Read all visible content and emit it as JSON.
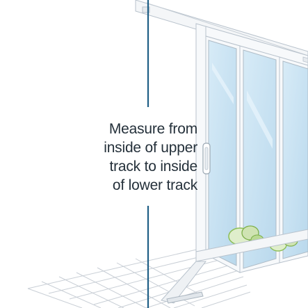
{
  "annotation": {
    "lines": [
      "Measure from",
      "inside of upper",
      "track to inside",
      "of lower track"
    ]
  },
  "colors": {
    "measure_line": "#1f5f86",
    "frame_outline": "#b8c2cc",
    "frame_fill": "#f7f9fb",
    "glass": "#cfe6f4",
    "floor_lines": "#c9cfd6",
    "shrub_green": "#8cbf57",
    "shrub_light": "#dfeecb",
    "caption_text": "#24303a"
  }
}
